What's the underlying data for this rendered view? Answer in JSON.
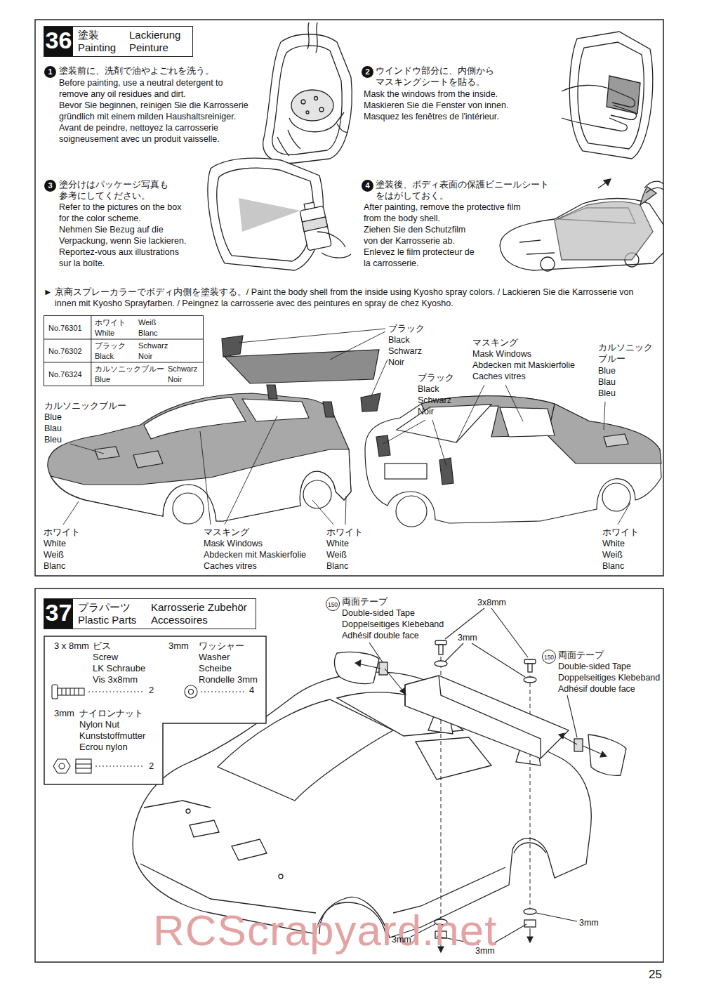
{
  "diagram": {
    "nodes": [
      {
        "text": [
          "36",
          "塗装",
          "Painting",
          "Lackierung",
          "Peinture"
        ]
      },
      {
        "text": [
          "No.76301",
          "ホワイト",
          "White",
          "Weiß",
          "Blanc",
          "No.76302",
          "ブラック",
          "Black",
          "Schwarz",
          "Noir",
          "No.76324",
          "カルソニックブルー",
          "Blue",
          "Schwarz",
          "Noir"
        ]
      },
      {
        "text": [
          "37",
          "プラパーツ",
          "Plastic Parts",
          "Karrosserie Zubehör",
          "Accessoires"
        ]
      },
      {
        "text": [
          "3 x 8mm",
          "ビス",
          "Screw",
          "LK Schraube",
          "Vis 3x8mm",
          "2",
          "3mm",
          "ワッシャー",
          "Washer",
          "Scheibe",
          "Rondelle 3mm",
          "4",
          "3mm",
          "ナイロンナット",
          "Nylon Nut",
          "Kunststoffmutter",
          "Ecrou nylon",
          "2"
        ]
      }
    ],
    "labels": [
      "1",
      "塗装前に、洗剤で油やよごれを洗う。",
      "Before painting, use a neutral detergent to remove any oil residues and dirt.",
      "Bevor Sie beginnen, reinigen Sie die Karrosserie gründlich mit einem milden Haushaltsreiniger.",
      "Avant de peindre, nettoyez la carrosserie soigneusement avec un produit vaisselle.",
      "2",
      "ウインドウ部分に、内側から マスキングシートを貼る。",
      "Mask the windows from the inside.",
      "Maskieren Sie die Fenster von innen.",
      "Masquez les fenêtres de l'intérieur.",
      "3",
      "塗分けはパッケージ写真も 参考にしてください。",
      "Refer to the pictures on the box for the color scheme.",
      "Nehmen Sie Bezug auf die Verpackung, wenn Sie lackieren.",
      "Reportez-vous aux illustrations sur la boîte.",
      "4",
      "塗装後、ボディ表面の保護ビニールシート をはがしておく。",
      "After painting, remove the protective film from the body shell.",
      "Ziehen Sie den Schutzfilm von der Karrosserie ab.",
      "Enlevez le film protecteur de la carrosserie.",
      "► 京商スプレーカラーでボディ内側を塗装する。/ Paint the body shell from the inside using Kyosho spray colors. / Lackieren Sie die Karrosserie von innen mit Kyosho Sprayfarben. / Peingnez la carrosserie avec des peintures en spray de chez Kyosho.",
      "ブラック",
      "Black",
      "Schwarz",
      "Noir",
      "マスキング",
      "Mask Windows",
      "Abdecken mit Maskierfolie",
      "Caches vitres",
      "カルソニックブルー",
      "Blue",
      "Blau",
      "Bleu",
      "ブラック",
      "Black",
      "Schwarz",
      "Noir",
      "カルソニックブルー",
      "Blue",
      "Blau",
      "Bleu",
      "ホワイト",
      "White",
      "Weiß",
      "Blanc",
      "マスキング",
      "Mask Windows",
      "Abdecken mit Maskierfolie",
      "Caches vitres",
      "ホワイト",
      "White",
      "Weiß",
      "Blanc",
      "ホワイト",
      "White",
      "Weiß",
      "Blanc",
      "150",
      "両面テープ",
      "Double-sided Tape",
      "Doppelseitiges Klebeband",
      "Adhésif double face",
      "3x8mm",
      "3mm",
      "150",
      "両面テープ",
      "Double-sided Tape",
      "Doppelseitiges Klebeband",
      "Adhésif double face",
      "3mm",
      "3mm",
      "3mm",
      "25",
      "RCScrapyard.net"
    ]
  }
}
